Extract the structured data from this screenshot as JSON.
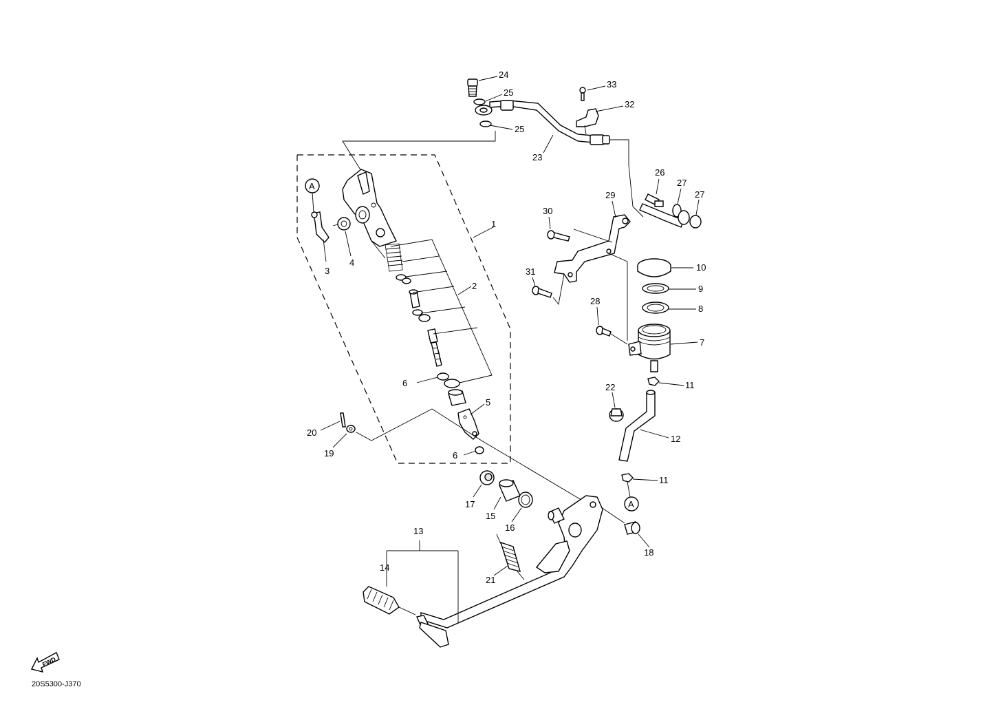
{
  "diagram": {
    "code": "20S5300-J370",
    "fwd_label": "FWD",
    "ref_marker": "A"
  },
  "callouts": {
    "p1": "1",
    "p2": "2",
    "p3": "3",
    "p4": "4",
    "p5": "5",
    "p6a": "6",
    "p6b": "6",
    "p7": "7",
    "p8": "8",
    "p9": "9",
    "p10": "10",
    "p11a": "11",
    "p11b": "11",
    "p12": "12",
    "p13": "13",
    "p14": "14",
    "p15": "15",
    "p16": "16",
    "p17": "17",
    "p18": "18",
    "p19": "19",
    "p20": "20",
    "p21": "21",
    "p22": "22",
    "p23": "23",
    "p24": "24",
    "p25a": "25",
    "p25b": "25",
    "p26": "26",
    "p27a": "27",
    "p27b": "27",
    "p28": "28",
    "p29": "29",
    "p30": "30",
    "p31": "31",
    "p32": "32",
    "p33": "33"
  }
}
